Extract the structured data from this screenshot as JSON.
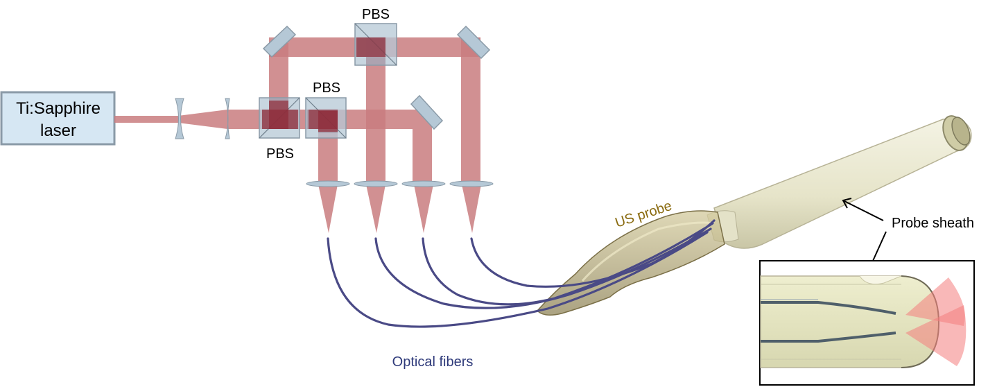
{
  "laser": {
    "line1": "Ti:Sapphire",
    "line2": "laser"
  },
  "labels": {
    "pbs_top": "PBS",
    "pbs_mid": "PBS",
    "pbs_low": "PBS",
    "us_probe": "US probe",
    "probe_sheath": "Probe sheath",
    "optical_fibers": "Optical fibers"
  },
  "colors": {
    "beam": "#c97d7f",
    "beam_dark": "#8e2a38",
    "optic": "#b5c8d6",
    "laser_box": "#d6e7f3",
    "laser_border": "#8a9aa7",
    "fiber": "#4a4a86",
    "us_probe_text": "#8a6b10",
    "fibers_text": "#2e3a7a",
    "sheath": "#ecebd6",
    "probe": "#b9ad7e",
    "light_cone": "#f47d7d"
  }
}
